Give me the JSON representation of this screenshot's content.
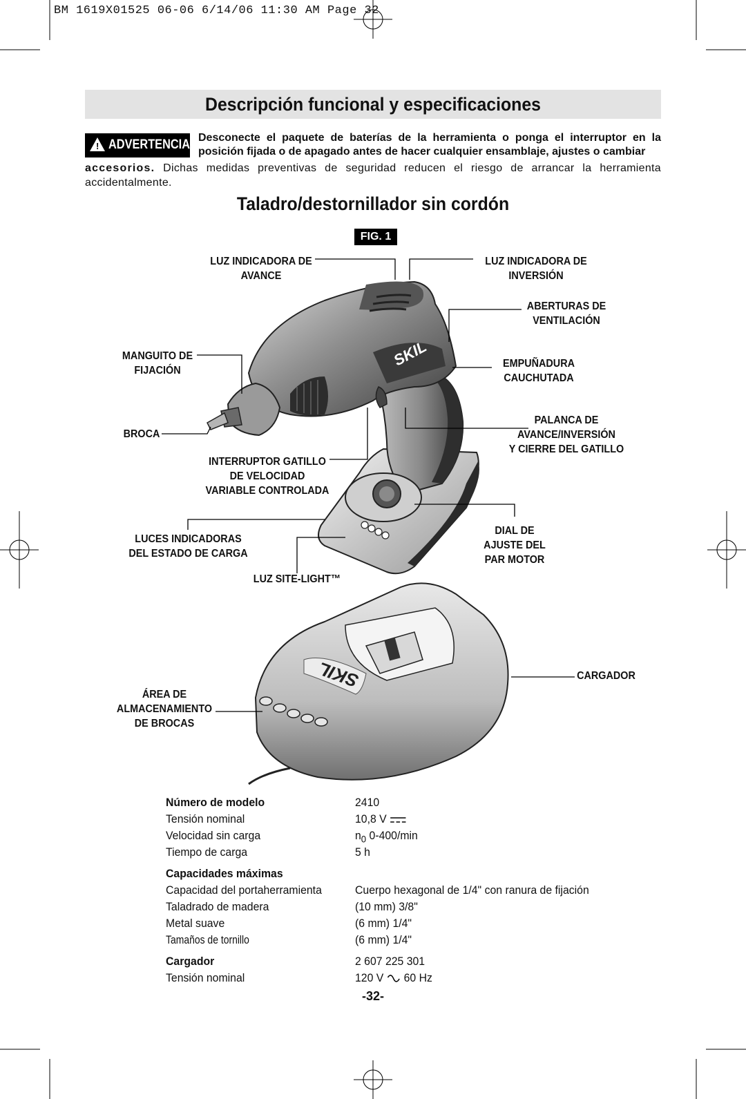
{
  "header": {
    "slug": "BM 1619X01525 06-06  6/14/06  11:30 AM  Page 32"
  },
  "title": "Descripción funcional y especificaciones",
  "warning": {
    "badge_label": "ADVERTENCIA",
    "bold_text": "Desconecte el paquete de baterías de la herramienta o ponga el interruptor en la posición fijada o de apagado antes de hacer cualquier ensamblaje, ajustes o cambiar",
    "bold_tail": "accesorios.",
    "normal_text": " Dichas medidas preventivas de seguridad reducen el riesgo de arrancar la herramienta accidentalmente."
  },
  "subtitle": "Taladro/destornillador sin cordón",
  "figure_label": "FIG. 1",
  "callouts": {
    "forward_light": [
      "LUZ INDICADORA DE",
      "AVANCE"
    ],
    "reverse_light": [
      "LUZ INDICADORA DE",
      "INVERSIÓN"
    ],
    "vents": [
      "ABERTURAS DE",
      "VENTILACIÓN"
    ],
    "collet": [
      "MANGUITO DE",
      "FIJACIÓN"
    ],
    "grip": [
      "EMPUÑADURA",
      "CAUCHUTADA"
    ],
    "bit": [
      "BROCA"
    ],
    "lever": [
      "PALANCA DE",
      "AVANCE/INVERSIÓN",
      "Y CIERRE DEL GATILLO"
    ],
    "trigger": [
      "INTERRUPTOR GATILLO",
      "DE VELOCIDAD",
      "VARIABLE CONTROLADA"
    ],
    "dial": [
      "DIAL DE",
      "AJUSTE DEL",
      "PAR MOTOR"
    ],
    "fuel": [
      "LUCES INDICADORAS",
      "DEL ESTADO DE CARGA"
    ],
    "sitelight": [
      "LUZ SITE-LIGHT™"
    ],
    "charger": [
      "CARGADOR"
    ],
    "storage": [
      "ÁREA DE",
      "ALMACENAMIENTO",
      "DE BROCAS"
    ]
  },
  "brand": "SKIL",
  "specs": [
    {
      "label": "Número de modelo",
      "value": "2410",
      "bold": true
    },
    {
      "label": "Tensión nominal",
      "value": "10,8 V",
      "symbol": "dc"
    },
    {
      "label": "Velocidad sin carga",
      "value_prefix": "n",
      "value_sub": "0",
      "value": "0-400/min"
    },
    {
      "label": "Tiempo de carga",
      "value": "5 h"
    }
  ],
  "capacities_heading": "Capacidades máximas",
  "capacities": [
    {
      "label": "Capacidad del portaherramienta",
      "value": "Cuerpo hexagonal de 1/4\" con ranura de fijación"
    },
    {
      "label": "Taladrado de madera",
      "value": "(10 mm) 3/8\""
    },
    {
      "label": "Metal suave",
      "value": "(6 mm) 1/4\""
    },
    {
      "label": "Tamaños de tornillo",
      "value": "(6 mm) 1/4\""
    }
  ],
  "charger_heading": "Cargador",
  "charger_model": "2 607 225 301",
  "charger_voltage_label": "Tensión nominal",
  "charger_voltage": "120 V",
  "charger_freq": "60 Hz",
  "page_number": "-32-"
}
